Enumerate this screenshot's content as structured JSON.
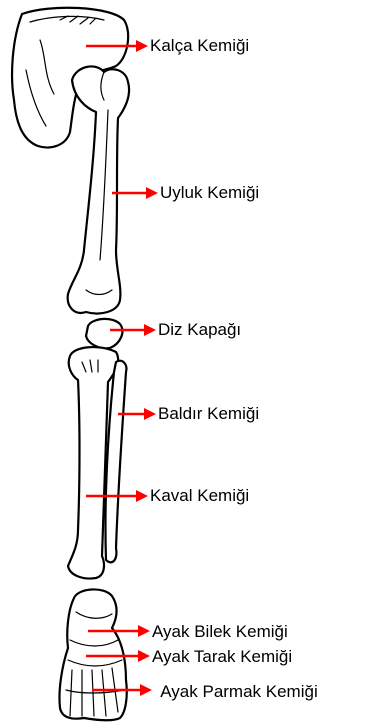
{
  "labels": {
    "hip": "Kalça Kemiği",
    "femur": "Uyluk Kemiği",
    "patella": "Diz Kapağı",
    "fibula": "Baldır Kemiği",
    "tibia": "Kaval Kemiği",
    "ankle": "Ayak Bilek Kemiği",
    "metatarsal": "Ayak Tarak Kemiği",
    "phalanges": "Ayak Parmak Kemiği"
  },
  "colors": {
    "arrow": "#ff0000",
    "outline": "#000000",
    "background": "#ffffff"
  }
}
